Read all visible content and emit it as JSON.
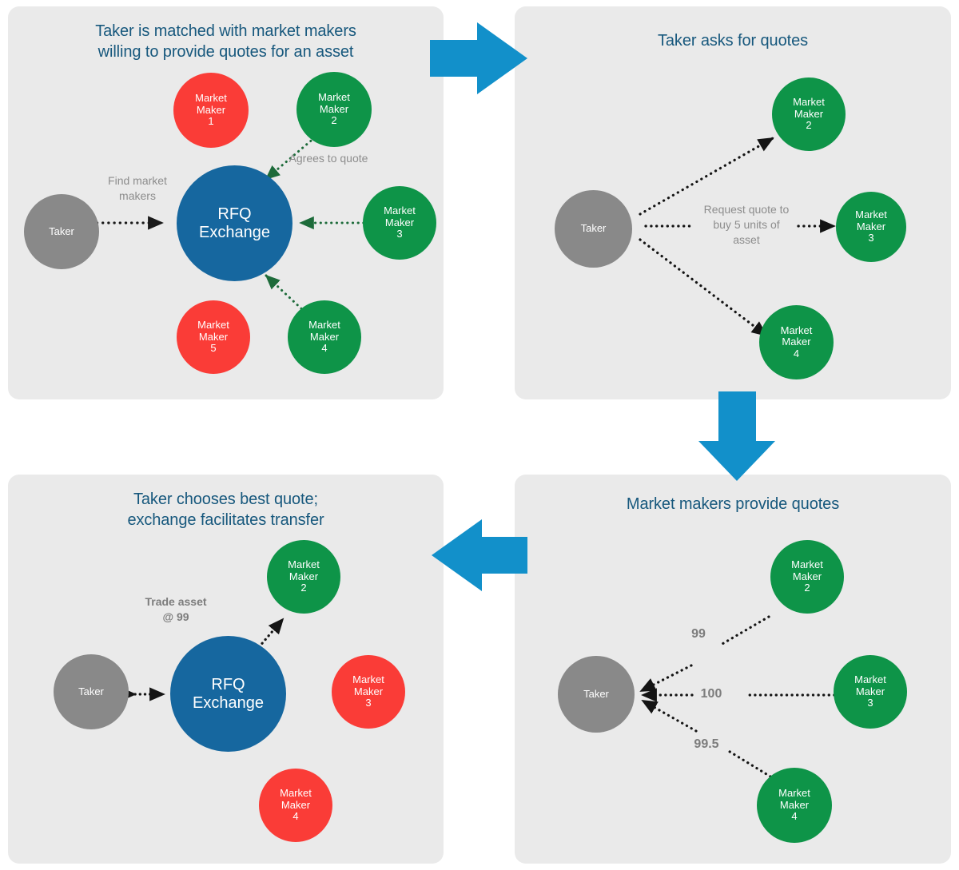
{
  "colors": {
    "panel_bg": "#EAEAEA",
    "title_text": "#17587D",
    "flow_arrow": "#1290CA",
    "node_red": "#FA3C37",
    "node_green": "#0E9448",
    "node_blue": "#16679F",
    "node_gray": "#898989",
    "edge_dark": "#1F1F1F",
    "edge_green": "#1B5E33",
    "label_gray": "#8D8D8D"
  },
  "panels": [
    {
      "id": "panel-1",
      "title": "Taker is matched with market makers\nwilling to provide quotes for an asset",
      "nodes": [
        {
          "name": "market-maker-1",
          "label": "Market\nMaker\n1",
          "color": "red"
        },
        {
          "name": "market-maker-2",
          "label": "Market\nMaker\n2",
          "color": "green"
        },
        {
          "name": "rfq-exchange",
          "label": "RFQ\nExchange",
          "color": "blue"
        },
        {
          "name": "market-maker-3",
          "label": "Market\nMaker\n3",
          "color": "green"
        },
        {
          "name": "market-maker-5",
          "label": "Market\nMaker\n5",
          "color": "red"
        },
        {
          "name": "market-maker-4",
          "label": "Market\nMaker\n4",
          "color": "green"
        },
        {
          "name": "taker",
          "label": "Taker",
          "color": "gray"
        }
      ],
      "edge_labels": [
        {
          "name": "find-market-makers-label",
          "text": "Find market\nmakers"
        },
        {
          "name": "agrees-to-quote-label",
          "text": "Agrees to quote"
        }
      ]
    },
    {
      "id": "panel-2",
      "title": "Taker asks for quotes",
      "nodes": [
        {
          "name": "market-maker-2",
          "label": "Market\nMaker\n2",
          "color": "green"
        },
        {
          "name": "market-maker-3",
          "label": "Market\nMaker\n3",
          "color": "green"
        },
        {
          "name": "market-maker-4",
          "label": "Market\nMaker\n4",
          "color": "green"
        },
        {
          "name": "taker",
          "label": "Taker",
          "color": "gray"
        }
      ],
      "edge_labels": [
        {
          "name": "request-quote-label",
          "text": "Request quote to\nbuy 5 units of\nasset"
        }
      ]
    },
    {
      "id": "panel-3",
      "title": "Taker chooses best quote;\nexchange facilitates transfer",
      "nodes": [
        {
          "name": "market-maker-2",
          "label": "Market\nMaker\n2",
          "color": "green"
        },
        {
          "name": "rfq-exchange",
          "label": "RFQ\nExchange",
          "color": "blue"
        },
        {
          "name": "market-maker-3",
          "label": "Market\nMaker\n3",
          "color": "red"
        },
        {
          "name": "market-maker-4",
          "label": "Market\nMaker\n4",
          "color": "red"
        },
        {
          "name": "taker",
          "label": "Taker",
          "color": "gray"
        }
      ],
      "edge_labels": [
        {
          "name": "trade-asset-label",
          "text": "Trade asset\n@ 99"
        }
      ]
    },
    {
      "id": "panel-4",
      "title": "Market makers provide quotes",
      "nodes": [
        {
          "name": "market-maker-2",
          "label": "Market\nMaker\n2",
          "color": "green"
        },
        {
          "name": "market-maker-3",
          "label": "Market\nMaker\n3",
          "color": "green"
        },
        {
          "name": "market-maker-4",
          "label": "Market\nMaker\n4",
          "color": "green"
        },
        {
          "name": "taker",
          "label": "Taker",
          "color": "gray"
        }
      ],
      "edge_labels": [
        {
          "name": "quote-99-label",
          "text": "99"
        },
        {
          "name": "quote-100-label",
          "text": "100"
        },
        {
          "name": "quote-995-label",
          "text": "99.5"
        }
      ]
    }
  ],
  "flow_arrows": [
    {
      "name": "flow-arrow-right",
      "direction": "right"
    },
    {
      "name": "flow-arrow-down",
      "direction": "down"
    },
    {
      "name": "flow-arrow-left",
      "direction": "left"
    }
  ]
}
